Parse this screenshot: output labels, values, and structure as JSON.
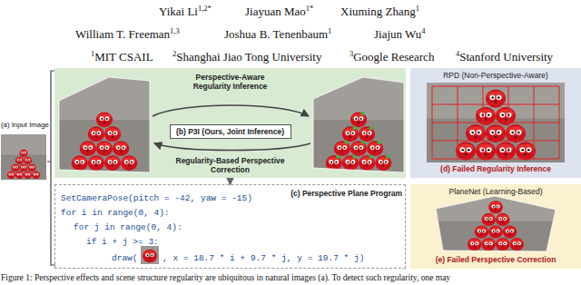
{
  "diagram": {
    "caption": "Figure 1: Perspective effects and scene structure regularity are ubiquitous in natural images (a). To detect such regularity, one may",
    "nodes": [
      {
        "text": [
          "Perspective-Aware Regularity Inference",
          "Regularity-Based Perspective Correction"
        ]
      },
      {
        "text": [
          "(b) P3I (Ours, Joint Inference)"
        ],
        "in": 0
      },
      {
        "text": [
          "(c) Perspective Plane Program",
          "SetCameraPose(pitch = -42, yaw = -15)",
          "for i in range(0, 4):",
          "for j in range(0, 4):",
          "if i + j >= 3:",
          "draw(",
          ", x = 18.7 * i + 9.7 * j, y = 19.7 * j)"
        ]
      },
      {
        "text": [
          "RPD (Non-Perspective-Aware)",
          "(d) Failed Regularity Inference"
        ]
      },
      {
        "text": [
          "PlaneNet (Learning-Based)",
          "(e) Failed Perspective Correction"
        ]
      }
    ],
    "edges": [
      {
        "from": 0,
        "to": 2,
        "arrow": "to"
      }
    ],
    "labels": [
      "Yikai Li1,2*",
      "Jiayuan Mao1*",
      "Xiuming Zhang1",
      "William T. Freeman1,3",
      "Joshua B. Tenenbaum1",
      "Jiajun Wu4",
      "1MIT CSAIL",
      "2Shanghai Jiao Tong University",
      "3Google Research",
      "4Stanford University",
      "(a) Input Image"
    ]
  }
}
